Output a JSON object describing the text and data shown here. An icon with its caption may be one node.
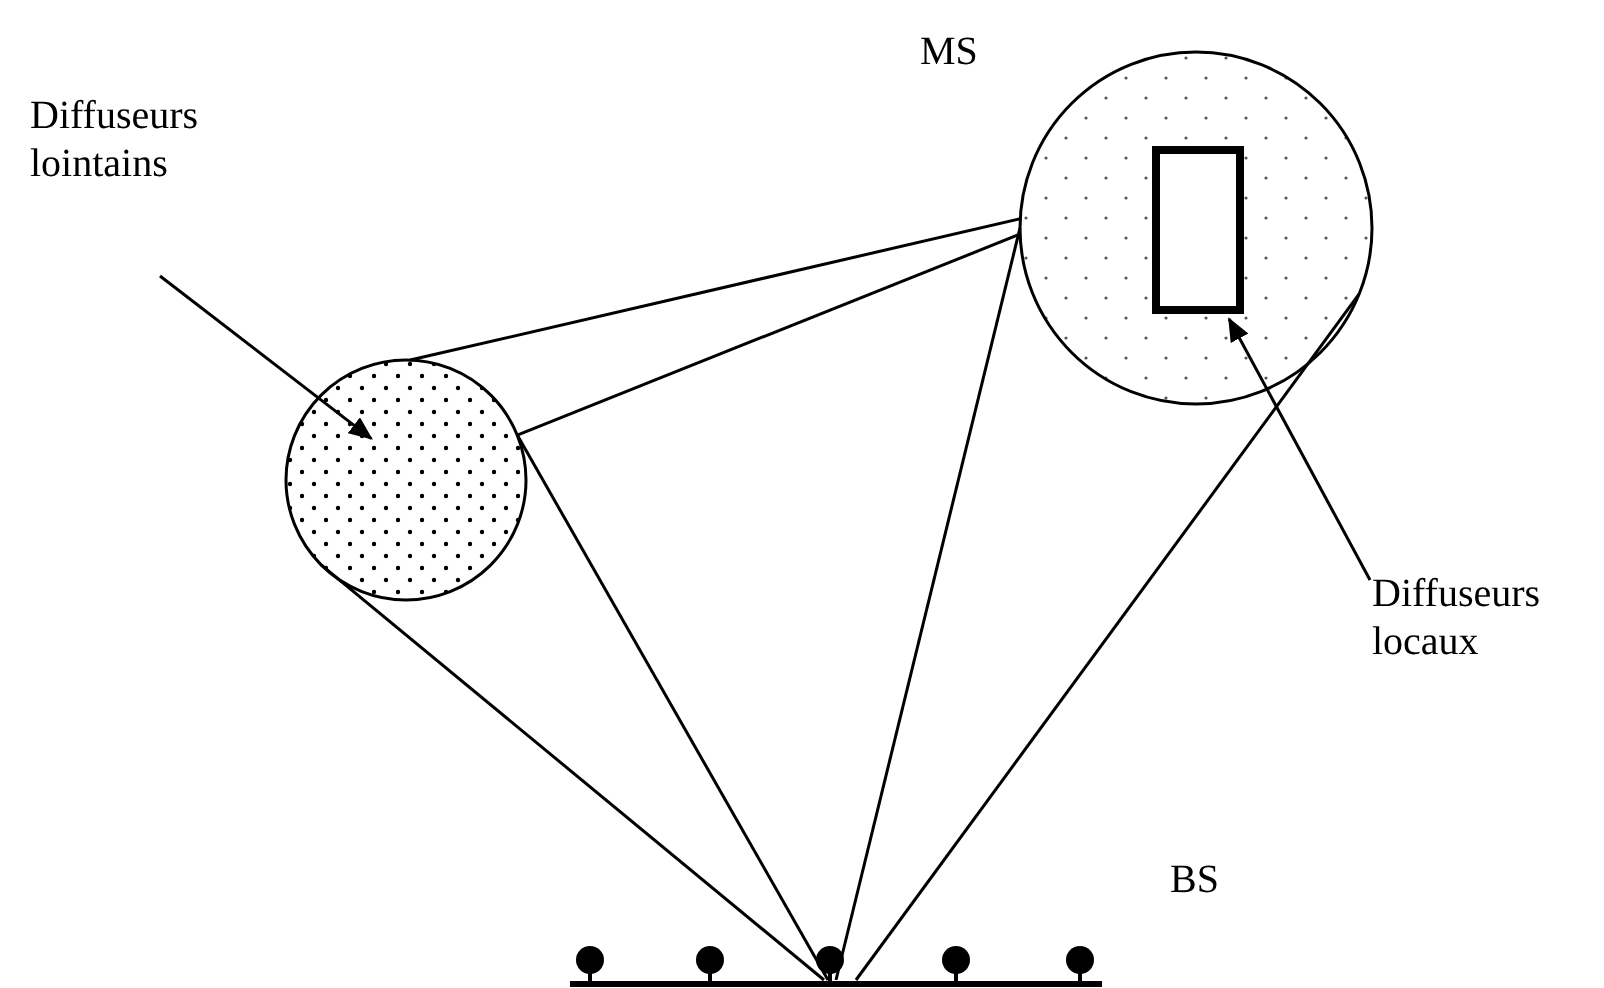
{
  "diagram": {
    "nodes": [
      {
        "text": [
          "Diffuseurs lointains"
        ]
      },
      {
        "text": [],
        "shape": "circle"
      },
      {
        "text": [],
        "shape": "circle"
      },
      {
        "text": [],
        "shape": "box",
        "in": 2
      },
      {
        "text": [
          "Diffuseurs locaux"
        ]
      },
      {
        "text": [],
        "shape": "bar"
      }
    ],
    "edges": [
      {
        "from": 0,
        "to": 1,
        "arrow": "to"
      },
      {
        "from": 4,
        "to": 2,
        "arrow": "to"
      },
      {
        "from": 1,
        "to": 2,
        "arrow": "none"
      },
      {
        "from": 1,
        "to": 2,
        "arrow": "none"
      },
      {
        "from": 5,
        "to": 1,
        "arrow": "none"
      },
      {
        "from": 5,
        "to": 1,
        "arrow": "none"
      },
      {
        "from": 5,
        "to": 2,
        "arrow": "none"
      },
      {
        "from": 5,
        "to": 2,
        "arrow": "none"
      }
    ],
    "labels": [
      "MS",
      "BS"
    ]
  }
}
